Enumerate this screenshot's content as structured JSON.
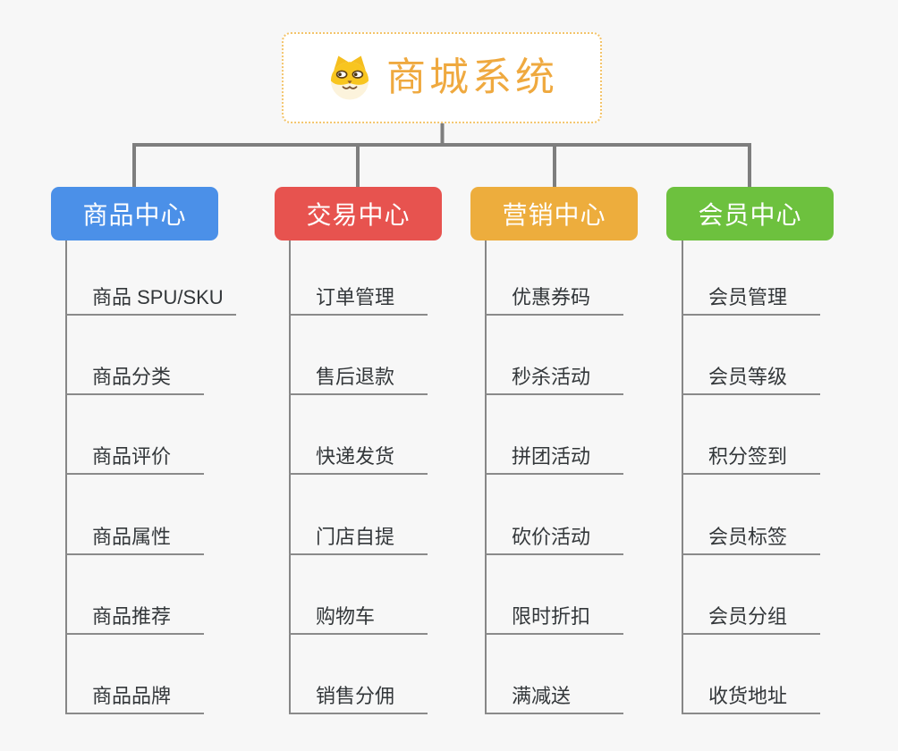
{
  "root": {
    "title": "商城系统",
    "icon": "dog-face-icon",
    "title_color": "#EFA93F",
    "border_color": "#F3C46B"
  },
  "branches": [
    {
      "label": "商品中心",
      "color": "#4B90E8",
      "items": [
        "商品 SPU/SKU",
        "商品分类",
        "商品评价",
        "商品属性",
        "商品推荐",
        "商品品牌"
      ]
    },
    {
      "label": "交易中心",
      "color": "#E7534F",
      "items": [
        "订单管理",
        "售后退款",
        "快递发货",
        "门店自提",
        "购物车",
        "销售分佣"
      ]
    },
    {
      "label": "营销中心",
      "color": "#EDAD3D",
      "items": [
        "优惠券码",
        "秒杀活动",
        "拼团活动",
        "砍价活动",
        "限时折扣",
        "满减送"
      ]
    },
    {
      "label": "会员中心",
      "color": "#6DC13E",
      "items": [
        "会员管理",
        "会员等级",
        "积分签到",
        "会员标签",
        "会员分组",
        "收货地址"
      ]
    }
  ],
  "colors": {
    "connector": "#7E7E7E",
    "item_line": "#8a8a8a",
    "item_text": "#33373a",
    "background": "#F7F7F7"
  }
}
